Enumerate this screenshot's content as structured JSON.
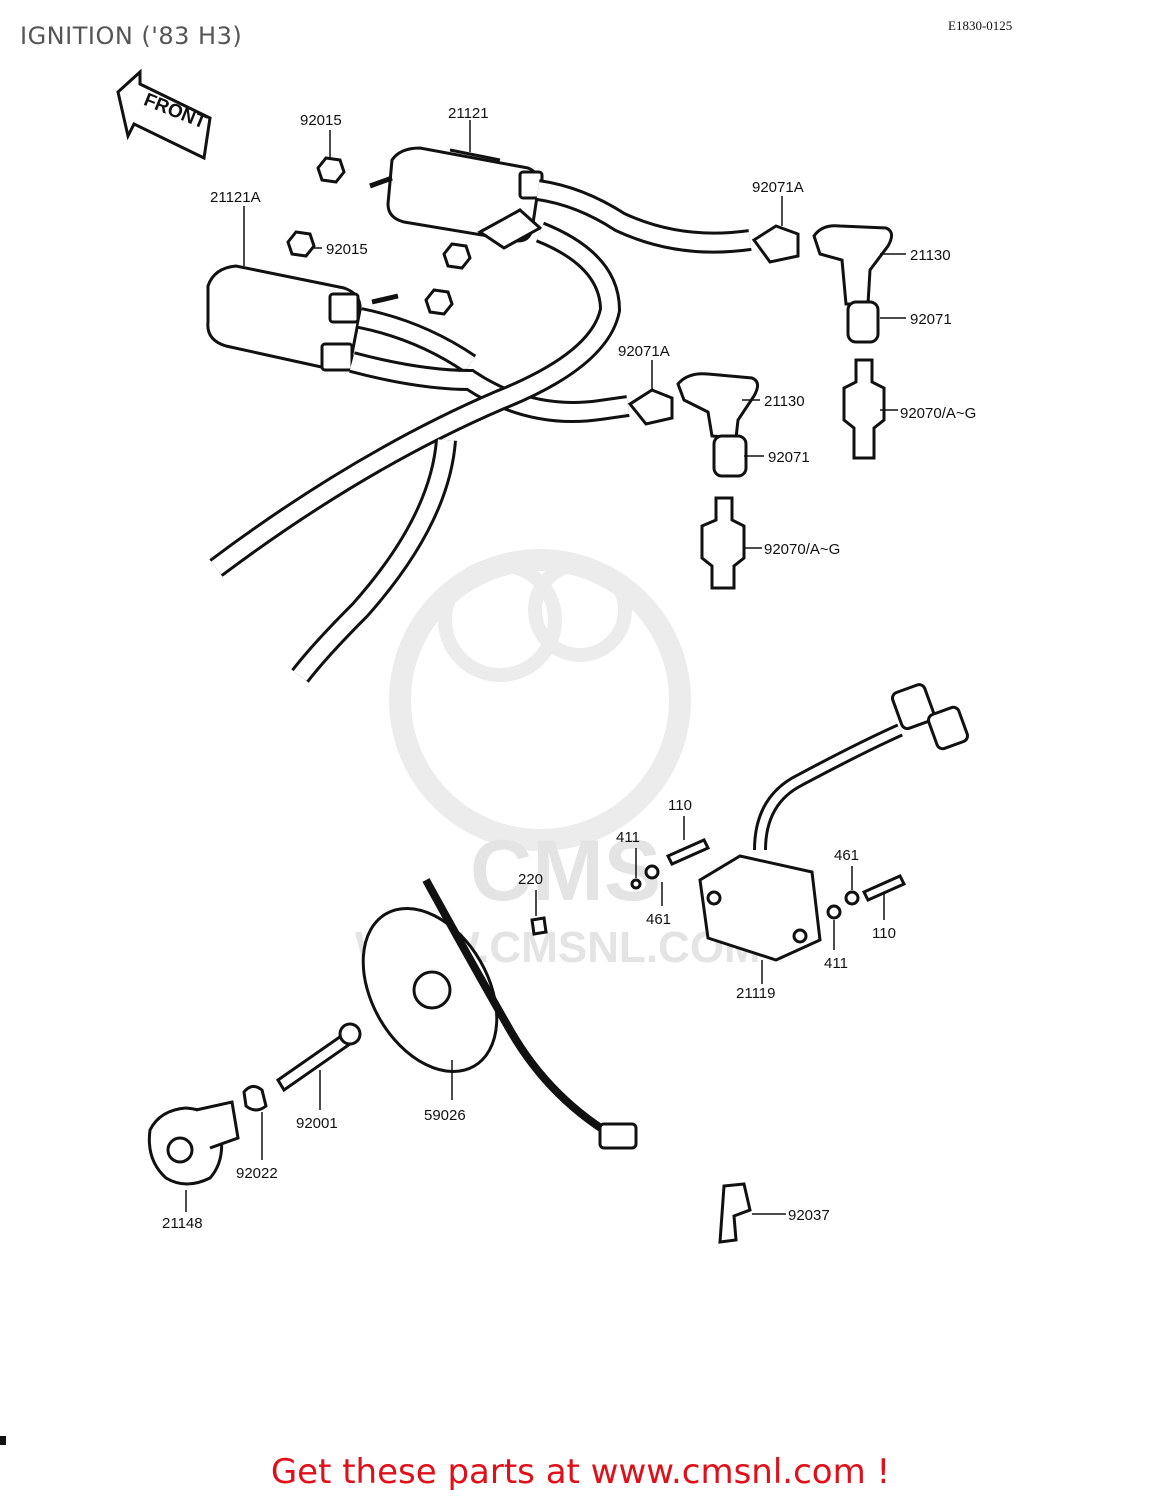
{
  "title": "IGNITION ('83 H3)",
  "diagram_code": "E1830-0125",
  "front_arrow_label": "FRONT",
  "watermark": {
    "brand": "CMS",
    "url": "WWW.CMSNL.COM"
  },
  "callouts": {
    "p92015_top": "92015",
    "p21121": "21121",
    "p21121A": "21121A",
    "p92015_mid": "92015",
    "p92071A_right": "92071A",
    "p21130_right": "21130",
    "p92071_right": "92071",
    "p92070_right": "92070/A~G",
    "p92071A_mid": "92071A",
    "p21130_mid": "21130",
    "p92071_mid": "92071",
    "p92070_mid": "92070/A~G",
    "p110_left": "110",
    "p411_left": "411",
    "p220": "220",
    "p461_left": "461",
    "p461_right": "461",
    "p110_right": "110",
    "p411_right": "411",
    "p21119": "21119",
    "p92001": "92001",
    "p59026": "59026",
    "p92022": "92022",
    "p21148": "21148",
    "p92037": "92037"
  },
  "footer_text": "Get these parts at www.cmsnl.com !"
}
